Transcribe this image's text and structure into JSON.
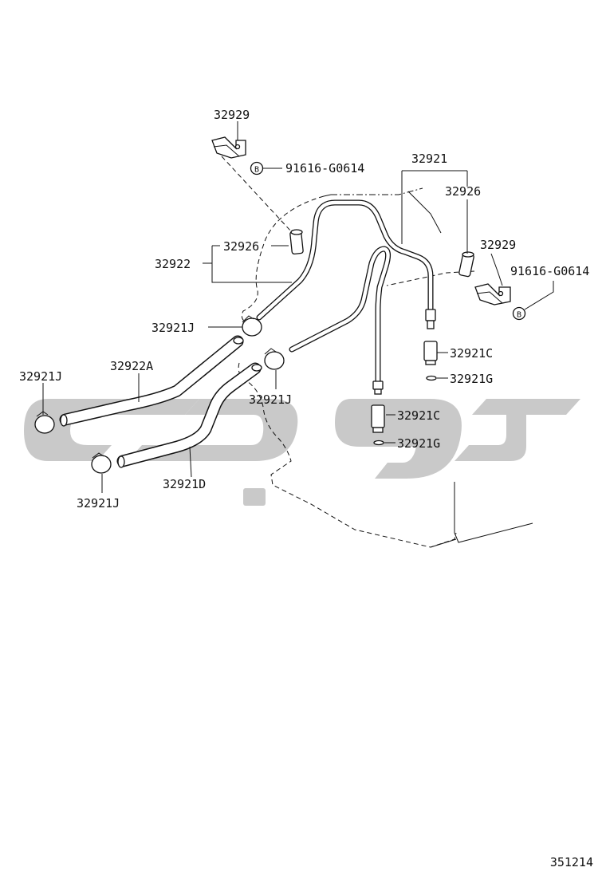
{
  "diagram": {
    "labels": {
      "p32929_top": "32929",
      "bolt_top": "91616-G0614",
      "p32921": "32921",
      "p32926_right": "32926",
      "p32926_left": "32926",
      "p32922": "32922",
      "p32929_right": "32929",
      "bolt_right": "91616-G0614",
      "p32921J_a": "32921J",
      "p32921C_a": "32921C",
      "p32921G_a": "32921G",
      "p32921J_b": "32921J",
      "p32922A": "32922A",
      "p32921J_c": "32921J",
      "p32921C_b": "32921C",
      "p32921G_b": "32921G",
      "p32921D": "32921D",
      "p32921J_d": "32921J",
      "bolt_mark_1": "B",
      "bolt_mark_2": "B"
    },
    "figure_number": "351214"
  },
  "colors": {
    "line": "#111111",
    "watermark": "#c9c9c9",
    "background": "#ffffff"
  }
}
